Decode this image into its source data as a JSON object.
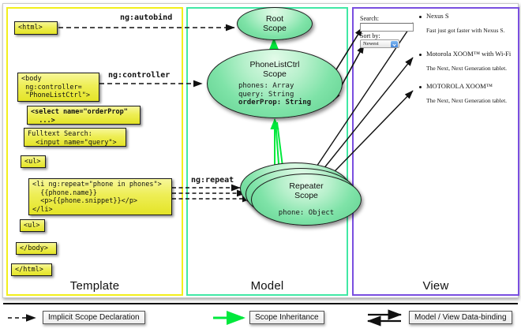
{
  "diagram": {
    "title": "AngularJS Template / Model / View scope diagram",
    "columns": [
      {
        "key": "template",
        "label": "Template",
        "border_color": "#f2ef1b"
      },
      {
        "key": "model",
        "label": "Model",
        "border_color": "#41e8a5"
      },
      {
        "key": "view",
        "label": "View",
        "border_color": "#7a4fe0"
      }
    ]
  },
  "template": {
    "boxes": [
      {
        "name": "html-open-tag",
        "text": "<html>"
      },
      {
        "name": "body-controller",
        "text": "<body\n ng:controller=\n \"PhoneListCtrl\">"
      },
      {
        "name": "select-orderprop",
        "text": "<select name=\"orderProp\"\n  ...>"
      },
      {
        "name": "fulltext-search",
        "text": "Fulltext Search:\n  <input name=\"query\">"
      },
      {
        "name": "ul-open-tag",
        "text": "<ul>"
      },
      {
        "name": "li-ng-repeat",
        "text": "<li ng:repeat=\"phone in phones\">\n  {{phone.name}}\n  <p>{{phone.snippet}}</p>\n</li>"
      },
      {
        "name": "ul-close-tag",
        "text": "<ul>"
      },
      {
        "name": "body-close-tag",
        "text": "</body>"
      },
      {
        "name": "html-close-tag",
        "text": "</html>"
      }
    ]
  },
  "model": {
    "scopes": [
      {
        "name": "root-scope",
        "title_line1": "Root",
        "title_line2": "Scope",
        "props": []
      },
      {
        "name": "phonelistctrl-scope",
        "title_line1": "PhoneListCtrl",
        "title_line2": "Scope",
        "props": [
          {
            "text": "phones: Array",
            "bold": false
          },
          {
            "text": "query: String",
            "bold": false
          },
          {
            "text": "orderProp: String",
            "bold": true
          }
        ]
      },
      {
        "name": "repeater-scope",
        "title_line1": "Repeater",
        "title_line2": "Scope",
        "props": [
          {
            "text": "phone: Object",
            "bold": false
          }
        ]
      }
    ]
  },
  "view": {
    "search_label": "Search:",
    "search_value": "",
    "search_placeholder": "",
    "sort_label": "Sort by:",
    "sort_value": "Newest",
    "sort_options": [
      "Newest"
    ],
    "phones": [
      {
        "name": "Nexus S",
        "snippet": "Fast just got faster with Nexus S."
      },
      {
        "name": "Motorola XOOM™ with Wi-Fi",
        "snippet": "The Next, Next Generation tablet."
      },
      {
        "name": "MOTOROLA XOOM™",
        "snippet": "The Next, Next Generation tablet."
      }
    ]
  },
  "arrow_labels": [
    {
      "name": "ng-autobind-label",
      "text": "ng:autobind"
    },
    {
      "name": "ng-controller-label",
      "text": "ng:controller"
    },
    {
      "name": "ng-repeat-label",
      "text": "ng:repeat"
    }
  ],
  "legend": [
    {
      "name": "legend-implicit-scope-declaration",
      "label": "Implicit Scope Declaration",
      "style": "dashed-black"
    },
    {
      "name": "legend-scope-inheritance",
      "label": "Scope Inheritance",
      "style": "solid-green"
    },
    {
      "name": "legend-data-binding",
      "label": "Model / View Data-binding",
      "style": "double-black"
    }
  ],
  "colors": {
    "template_border": "#f2ef1b",
    "model_border": "#41e8a5",
    "view_border": "#7a4fe0",
    "code_box_fill": "#eeee55",
    "scope_fill": "#7fe3a8",
    "inheritance_arrow": "#00e83c"
  }
}
